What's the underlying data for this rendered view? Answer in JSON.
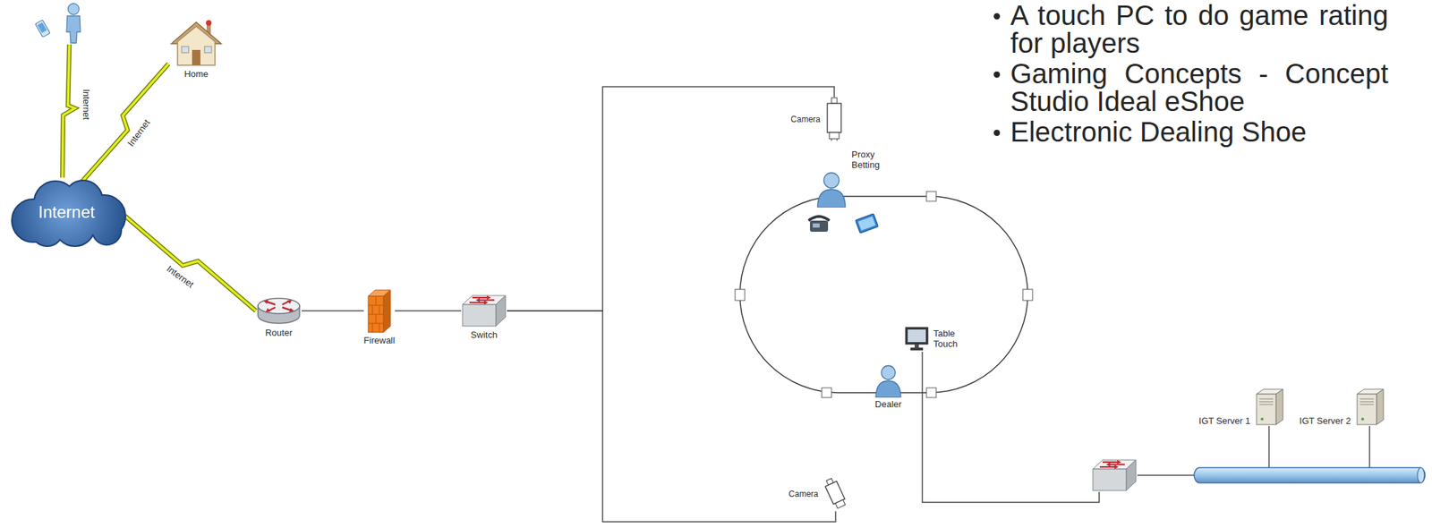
{
  "diagram": {
    "nodes": [
      {
        "text": [
          "Internet"
        ]
      },
      {
        "text": [
          "Home"
        ]
      },
      {
        "text": [
          "Router"
        ]
      },
      {
        "text": [
          "Firewall"
        ]
      },
      {
        "text": [
          "Switch"
        ]
      },
      {
        "text": [
          "Camera"
        ]
      },
      {
        "text": [
          "Proxy Betting"
        ]
      },
      {
        "text": [
          "Table Touch"
        ]
      },
      {
        "text": [
          "Dealer"
        ]
      },
      {
        "text": [
          "Camera"
        ]
      },
      {
        "text": [
          "IGT Server 1"
        ]
      },
      {
        "text": [
          "IGT Server 2"
        ]
      }
    ],
    "edges": [
      {
        "from": 0,
        "to": 1,
        "label": "Internet",
        "arrow": "none"
      },
      {
        "from": 0,
        "to": 2,
        "label": "Internet",
        "arrow": "none"
      },
      {
        "from": 2,
        "to": 3,
        "arrow": "none"
      },
      {
        "from": 3,
        "to": 4,
        "arrow": "none"
      },
      {
        "from": 4,
        "to": 5,
        "arrow": "none"
      },
      {
        "from": 4,
        "to": 9,
        "arrow": "none"
      }
    ],
    "labels": [
      "Internet",
      "A touch PC to do game rating for players",
      "Gaming Concepts - Concept Studio Ideal eShoe",
      "Electronic Dealing Shoe"
    ]
  }
}
